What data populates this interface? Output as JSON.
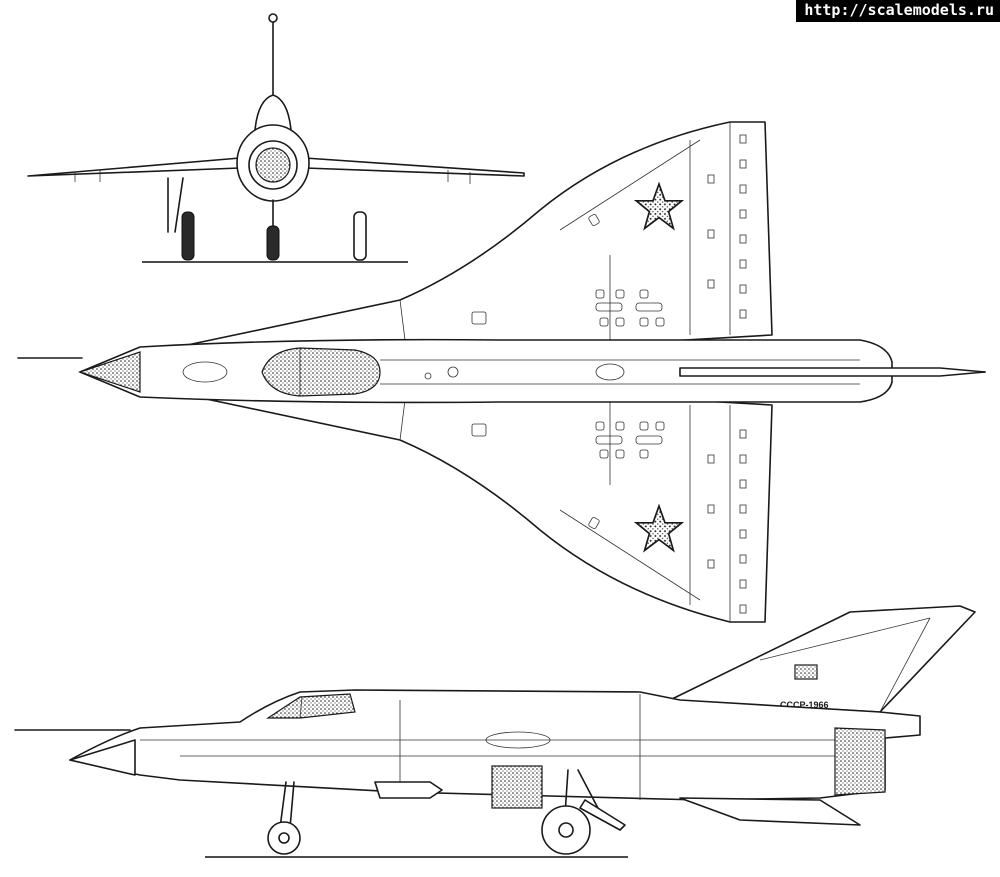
{
  "watermark": {
    "text": "http://scalemodels.ru"
  },
  "markings": {
    "registration": "СССР-1966"
  },
  "views": [
    {
      "view": "front"
    },
    {
      "view": "top"
    },
    {
      "view": "side"
    }
  ],
  "colors": {
    "line": "#1a1a1a",
    "background": "#ffffff",
    "watermark_bg": "#000000",
    "watermark_fg": "#ffffff"
  }
}
